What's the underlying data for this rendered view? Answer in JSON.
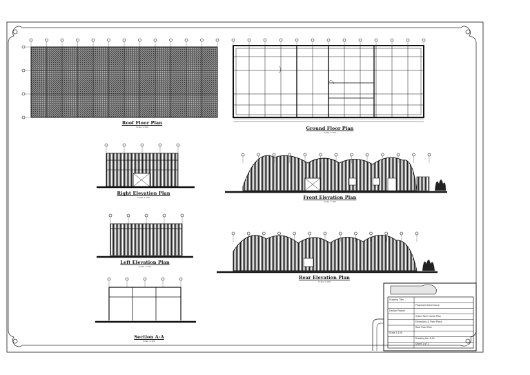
{
  "drawings": [
    {
      "id": "roof",
      "title": "Roof Floor Plan",
      "scale": "Scale 1:100"
    },
    {
      "id": "ground",
      "title": "Ground Floor Plan",
      "scale": "Scale 1:100"
    },
    {
      "id": "right",
      "title": "Right Elevation Plan",
      "scale": "Scale 1:100"
    },
    {
      "id": "front",
      "title": "Front Elevation Plan",
      "scale": "Scale 1:100"
    },
    {
      "id": "left",
      "title": "Left Elevation Plan",
      "scale": "Scale 1:100"
    },
    {
      "id": "rear",
      "title": "Rear Elevation Plan",
      "scale": "Scale 1:100"
    },
    {
      "id": "section",
      "title": "Section A-A",
      "scale": "Scale 1:100"
    }
  ],
  "title_block": {
    "rows": [
      "Drawing Title",
      "Proposed Greenhouse",
      "Design Project",
      "Green Farm Home Plan",
      "Elevations & Floor Plans",
      "Roof Floor Plan",
      "Scale 1:100",
      "Drawing No. A-01",
      "Sheet 1 of 1"
    ]
  },
  "colors": {
    "line": "#111111",
    "hatch": "#3a3a3a",
    "paper": "#ffffff"
  }
}
